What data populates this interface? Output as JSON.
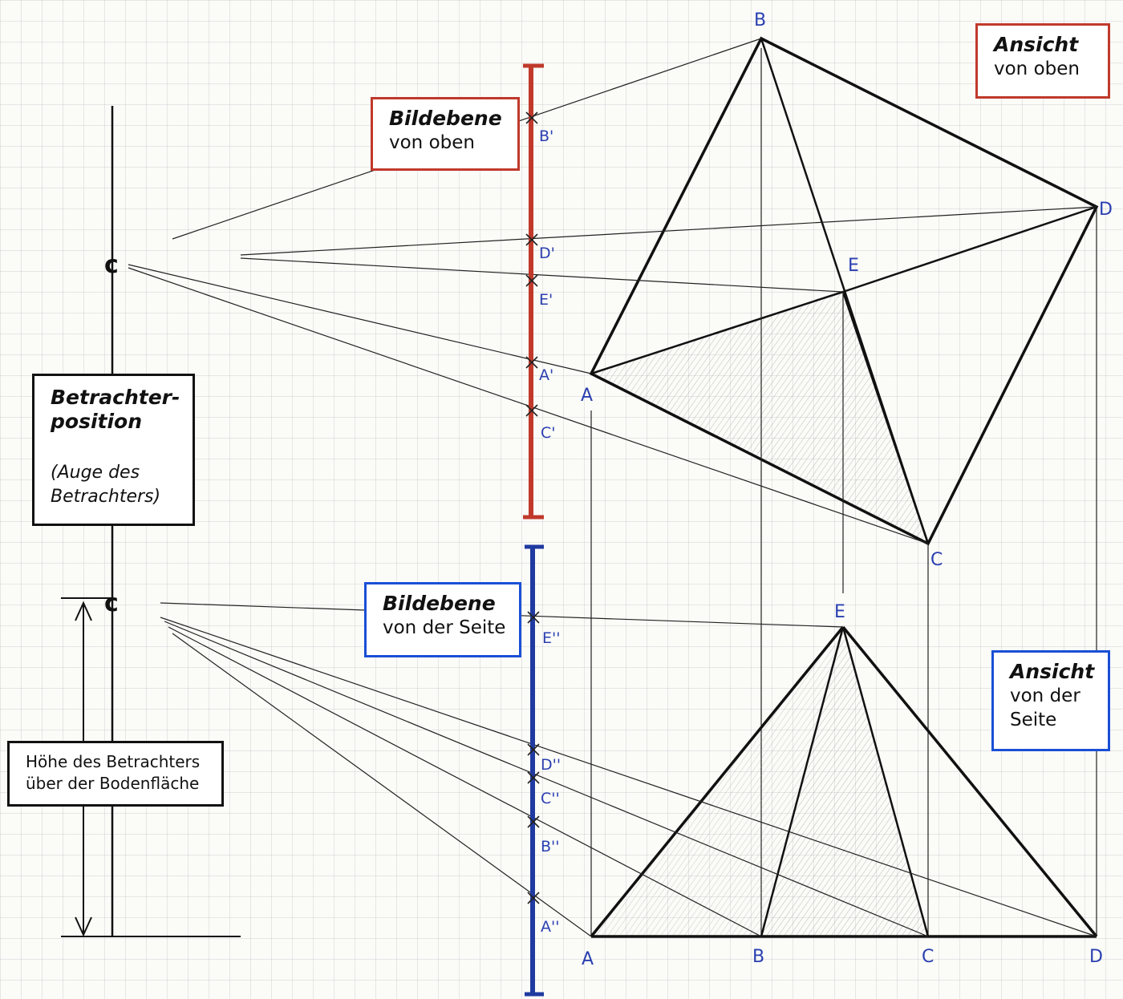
{
  "labels": {
    "ansicht_oben": {
      "title": "Ansicht",
      "sub": "von oben"
    },
    "bildebene_oben": {
      "title": "Bildebene",
      "sub": "von oben"
    },
    "betrachter": {
      "title1": "Betrachter-",
      "title2": "position",
      "sub1": "(Auge des",
      "sub2": "Betrachters)"
    },
    "bildebene_seite": {
      "title": "Bildebene",
      "sub": "von der Seite"
    },
    "ansicht_seite": {
      "title": "Ansicht",
      "sub1": "von der",
      "sub2": "Seite"
    },
    "hoehe": {
      "line1": "Höhe des Betrachters",
      "line2": "über der Bodenfläche"
    }
  },
  "points_top": {
    "A": "A",
    "B": "B",
    "C": "C",
    "D": "D",
    "E": "E"
  },
  "points_side": {
    "A": "A",
    "B": "B",
    "C": "C",
    "D": "D",
    "E": "E"
  },
  "projections_top": {
    "B": "B'",
    "D": "D'",
    "E": "E'",
    "A": "A'",
    "C": "C'"
  },
  "projections_side": {
    "E": "E''",
    "D": "D''",
    "C": "C''",
    "B": "B''",
    "A": "A''"
  },
  "eye_symbol": "c",
  "colors": {
    "red": "#c0392b",
    "blue": "#1a4fd6",
    "ink": "#111111",
    "point_label": "#2a3fb0"
  }
}
